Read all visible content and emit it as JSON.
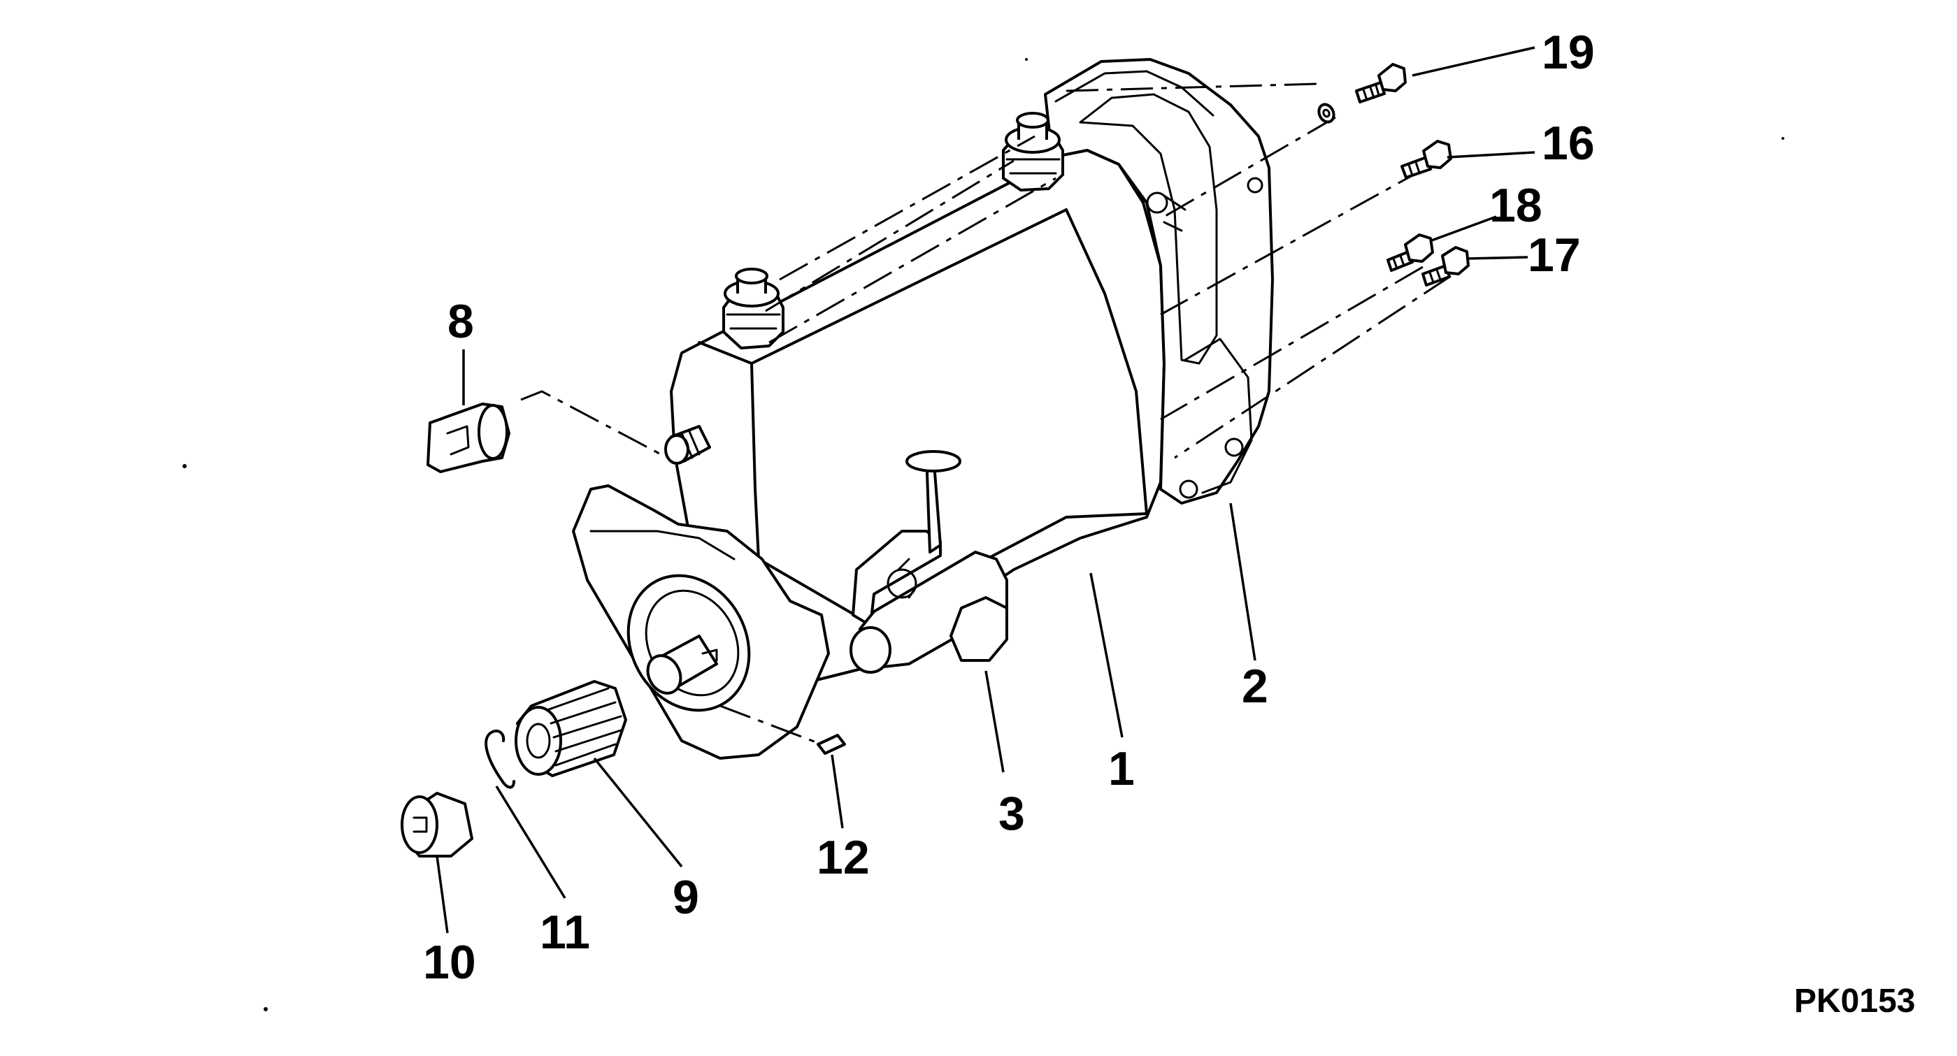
{
  "figure": {
    "drawing_code": "PK0153",
    "callouts": [
      "1",
      "2",
      "3",
      "8",
      "9",
      "10",
      "11",
      "12",
      "16",
      "17",
      "18",
      "19"
    ]
  }
}
